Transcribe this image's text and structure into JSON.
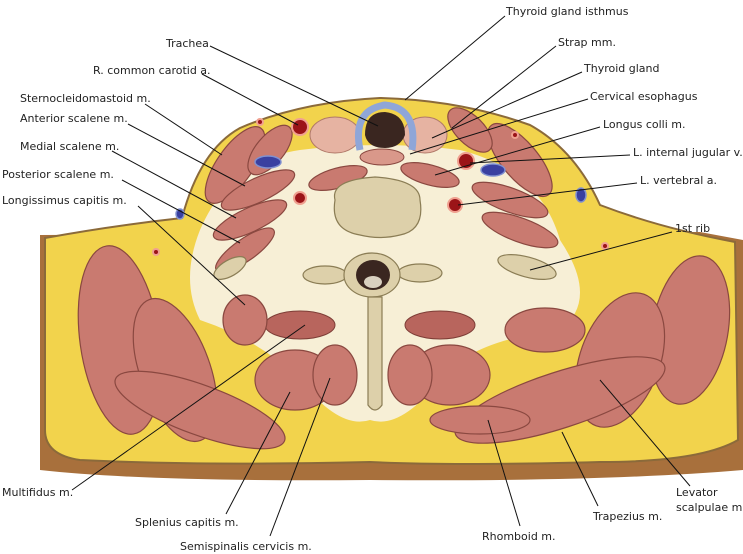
{
  "labels": {
    "thyroid_isthmus": "Thyroid gland isthmus",
    "trachea": "Trachea",
    "strap": "Strap mm.",
    "r_carotid": "R. common carotid a.",
    "thyroid": "Thyroid gland",
    "scm": "Sternocleidomastoid m.",
    "esophagus": "Cervical esophagus",
    "ant_scalene": "Anterior scalene m.",
    "longus_colli": "Longus colli m.",
    "med_scalene": "Medial scalene m.",
    "l_ijv": "L. internal jugular v.",
    "post_scalene": "Posterior scalene m.",
    "l_vertebral": "L. vertebral a.",
    "longissimus": "Longissimus capitis m.",
    "first_rib": "1st rib",
    "multifidus": "Multifidus m.",
    "splenius": "Splenius capitis m.",
    "semispinalis": "Semispinalis cervicis m.",
    "rhomboid": "Rhomboid m.",
    "trapezius": "Trapezius m.",
    "levator_1": "Levator",
    "levator_2": "scalpulae m."
  },
  "colors": {
    "fat": "#f2d34c",
    "muscle": "#c97a70",
    "fascia": "#f7efd6",
    "skin_edge": "#8b6a3a",
    "background_tissue": "#a8703c"
  }
}
